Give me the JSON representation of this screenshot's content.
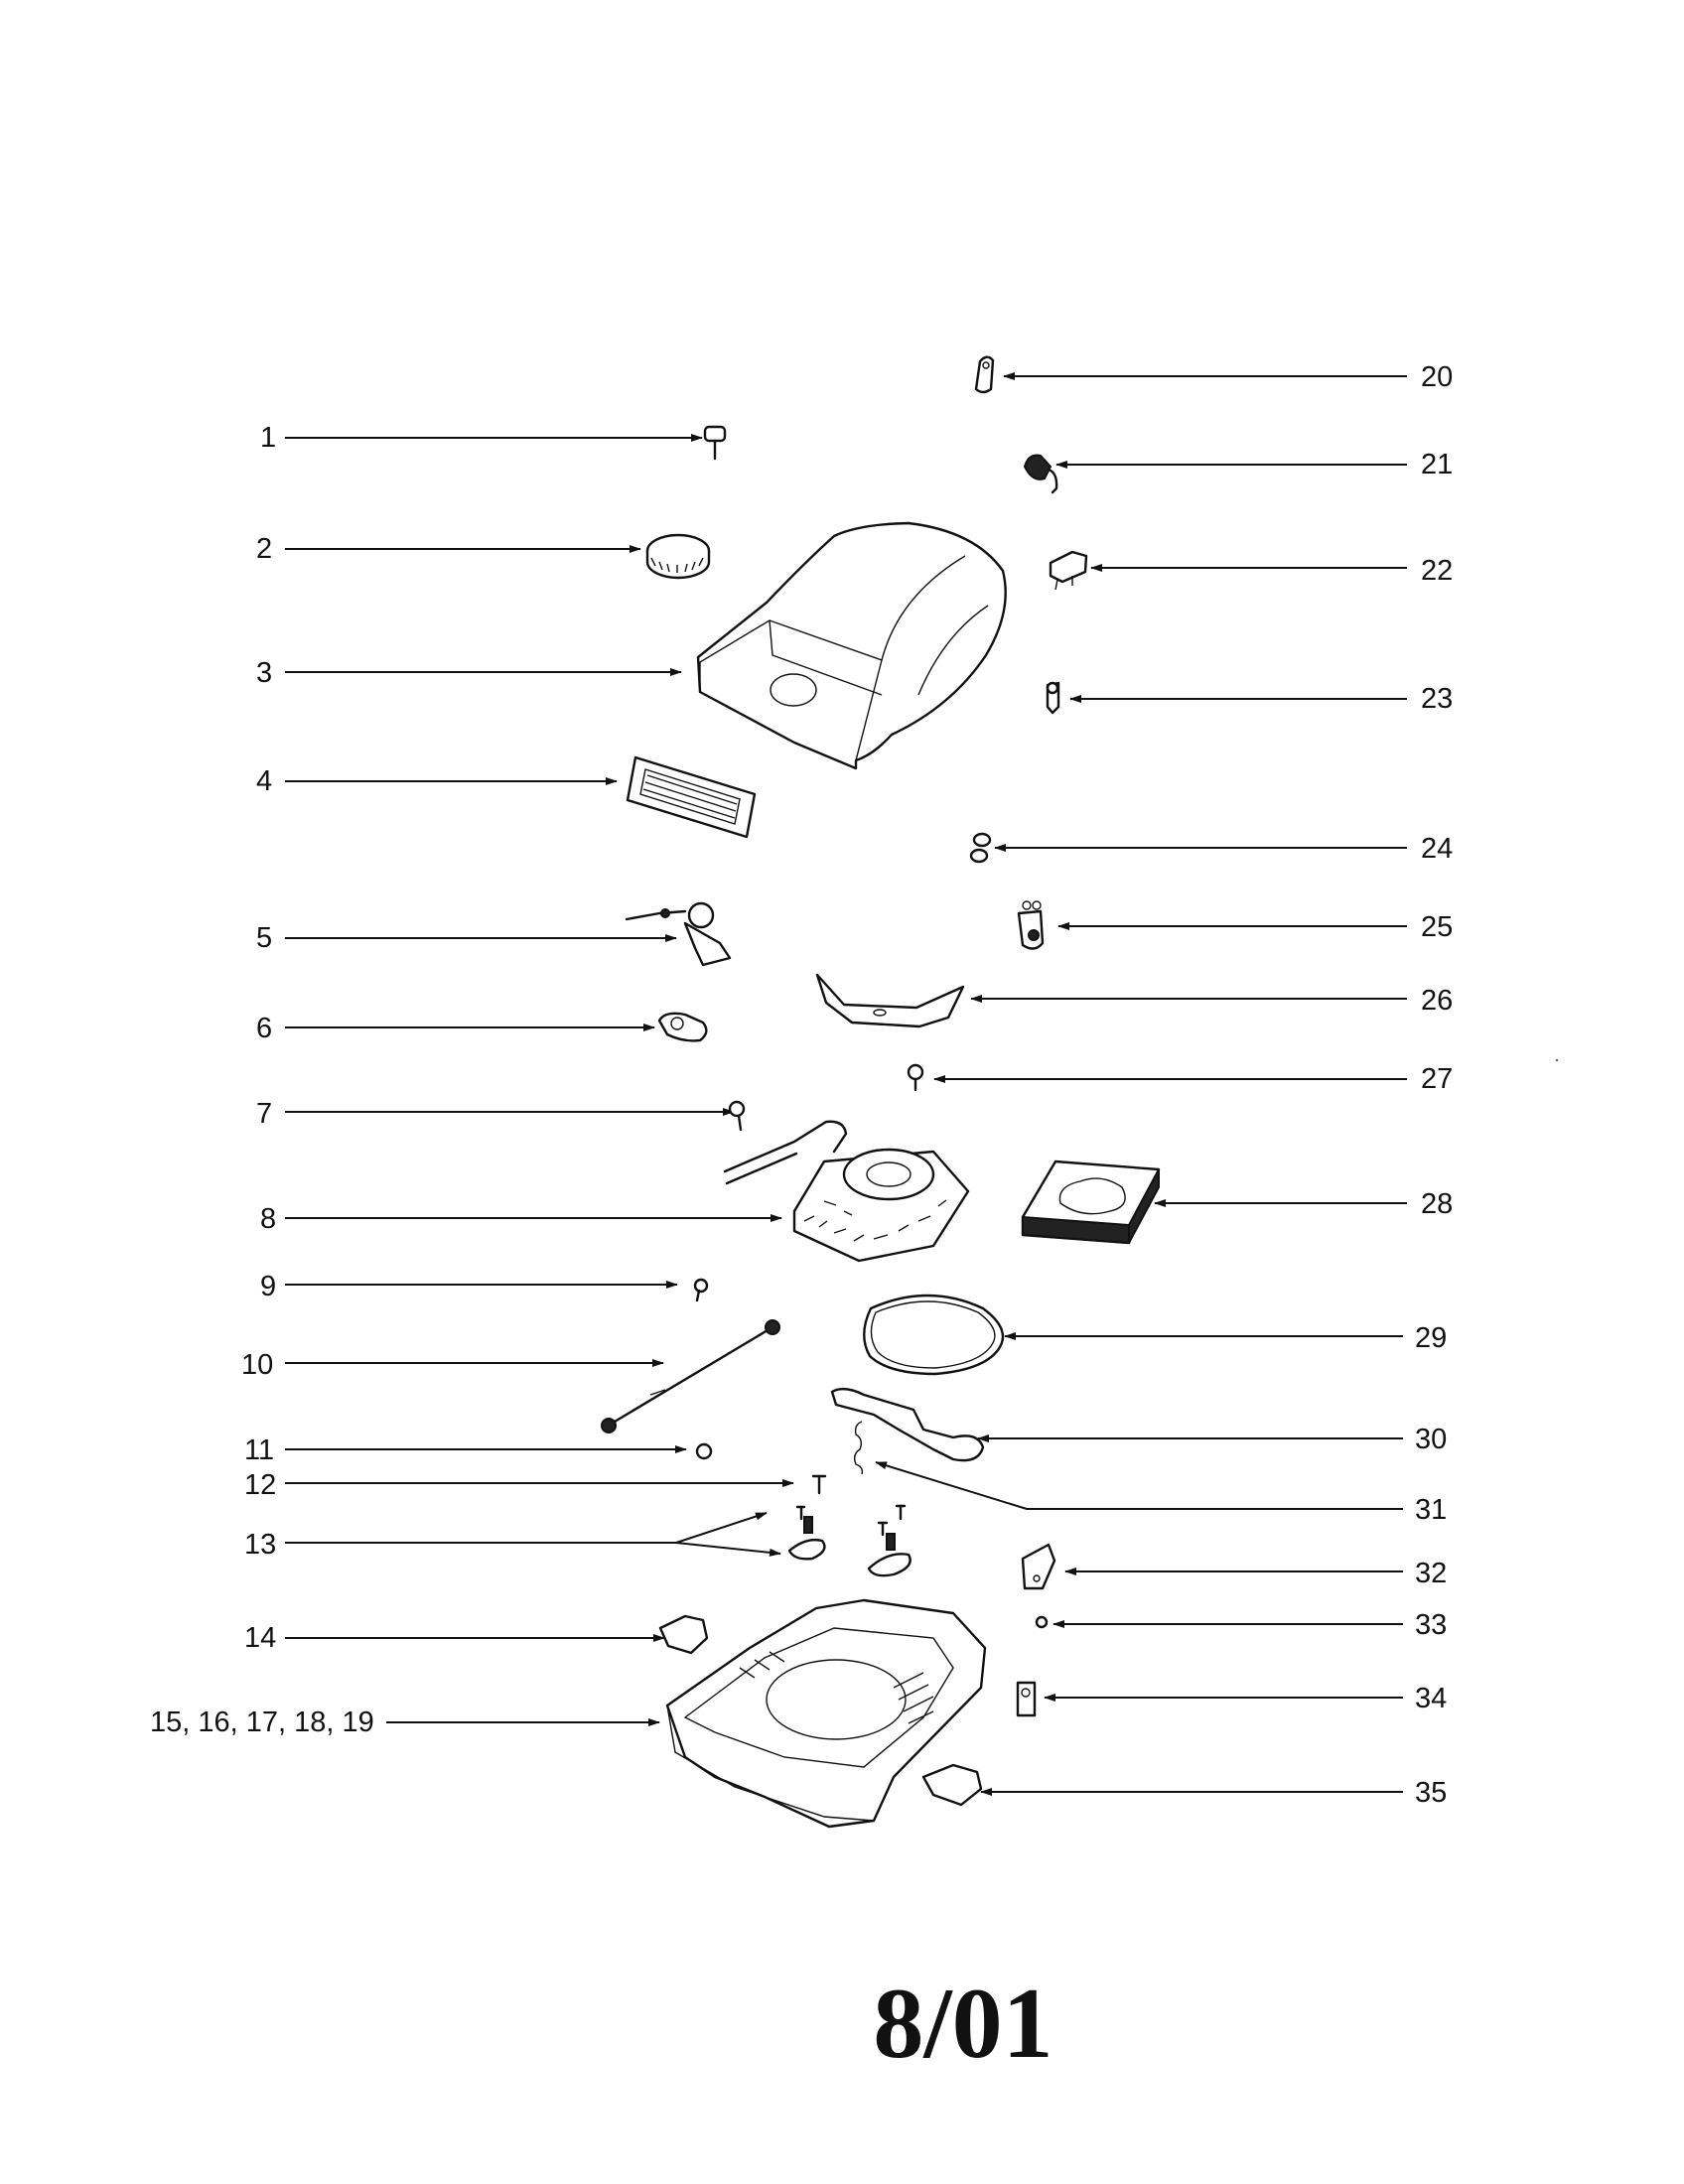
{
  "callouts": {
    "c1": "1",
    "c2": "2",
    "c3": "3",
    "c4": "4",
    "c5": "5",
    "c6": "6",
    "c7": "7",
    "c8": "8",
    "c9": "9",
    "c10": "10",
    "c11": "11",
    "c12": "12",
    "c13": "13",
    "c14": "14",
    "c15": "15, 16, 17, 18, 19",
    "c20": "20",
    "c21": "21",
    "c22": "22",
    "c23": "23",
    "c24": "24",
    "c25": "25",
    "c26": "26",
    "c27": "27",
    "c28": "28",
    "c29": "29",
    "c30": "30",
    "c31": "31",
    "c32": "32",
    "c33": "33",
    "c34": "34",
    "c35": "35"
  },
  "footer": {
    "date_code": "8/01"
  }
}
